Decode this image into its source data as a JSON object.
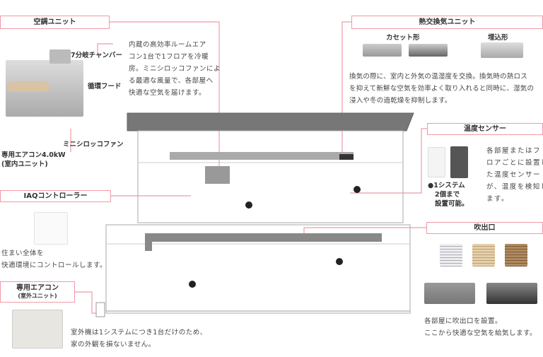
{
  "ac_unit": {
    "title": "空調ユニット",
    "parts": {
      "chamber": "7分岐チャンバー",
      "hood": "循環フード",
      "fan": "ミニシロッコファン",
      "indoor": "専用エアコン4.0kW",
      "indoor_sub": "(室内ユニット)"
    },
    "description": [
      "内蔵の高効率ルームエア",
      "コン1台で1フロアを冷暖",
      "房。ミニシロッコファンによ",
      "る最適な風量で、各部屋へ",
      "快適な空気を届けます。"
    ]
  },
  "hx_unit": {
    "title": "熱交換気ユニット",
    "type_cassette": "カセット形",
    "type_embedded": "埋込形",
    "description": [
      "換気の際に、室内と外気の温湿度を交換。換気時の熱ロス",
      "を抑えて新鮮な空気を効率よく取り入れると同時に、湿気の",
      "浸入や冬の過乾燥を抑制します。"
    ]
  },
  "sensor": {
    "title": "温度センサー",
    "note": [
      "●1システム",
      "2個まで",
      "設置可能。"
    ],
    "description": [
      "各部屋またはフ",
      "ロアごとに設置し",
      "た温度センサー",
      "が、温度を検知し",
      "ます。"
    ]
  },
  "iaq": {
    "title": "IAQコントローラー",
    "description": [
      "住まい全体を",
      "快適環境にコントロールします。"
    ]
  },
  "outdoor": {
    "title": "専用エアコン",
    "subtitle": "(室外ユニット)",
    "description": [
      "室外機は1システムにつき1台だけのため、",
      "家の外観を損ないません。"
    ]
  },
  "outlet": {
    "title": "吹出口",
    "description": [
      "各部屋に吹出口を設置。",
      "ここから快適な空気を給気します。"
    ]
  },
  "colors": {
    "accent": "#f19aa8"
  }
}
